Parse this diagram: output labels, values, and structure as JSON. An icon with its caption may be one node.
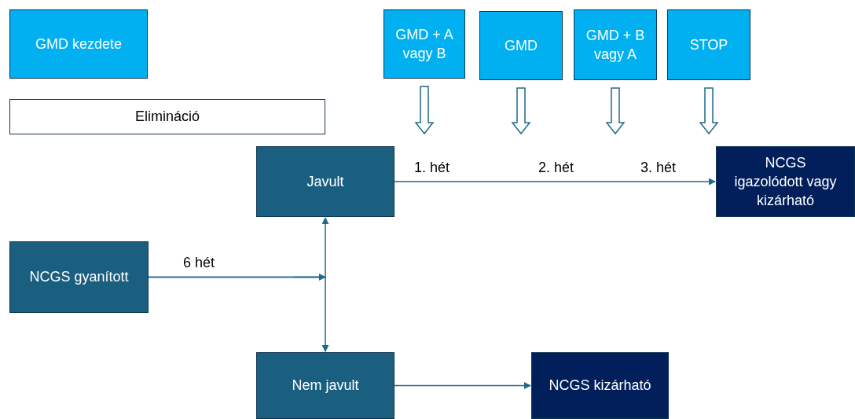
{
  "diagram": {
    "nodes": [
      {
        "text": [
          "GMD kezdete"
        ]
      },
      {
        "text": [
          "Elimináció"
        ]
      },
      {
        "text": [
          "GMD + A vagy B"
        ]
      },
      {
        "text": [
          "GMD"
        ]
      },
      {
        "text": [
          "GMD + B vagy A"
        ]
      },
      {
        "text": [
          "STOP"
        ]
      },
      {
        "text": [
          "Javult"
        ]
      },
      {
        "text": [
          "NCGS igazolódott vagy kizárható"
        ]
      },
      {
        "text": [
          "NCGS gyanított"
        ]
      },
      {
        "text": [
          "Nem javult"
        ]
      },
      {
        "text": [
          "NCGS kizárható"
        ]
      }
    ],
    "edges": [
      {
        "from": 8,
        "to": 6,
        "arrow": "to",
        "label": "6 hét"
      },
      {
        "from": 8,
        "to": 9,
        "arrow": "to"
      },
      {
        "from": 6,
        "to": 7,
        "arrow": "to"
      },
      {
        "from": 9,
        "to": 10,
        "arrow": "to"
      },
      {
        "from": 2,
        "to": null,
        "arrow": "to"
      },
      {
        "from": 3,
        "to": null,
        "arrow": "to"
      },
      {
        "from": 4,
        "to": null,
        "arrow": "to"
      },
      {
        "from": 5,
        "to": null,
        "arrow": "to"
      }
    ],
    "labels": [
      "1. hét",
      "2. hét",
      "3. hét"
    ]
  }
}
